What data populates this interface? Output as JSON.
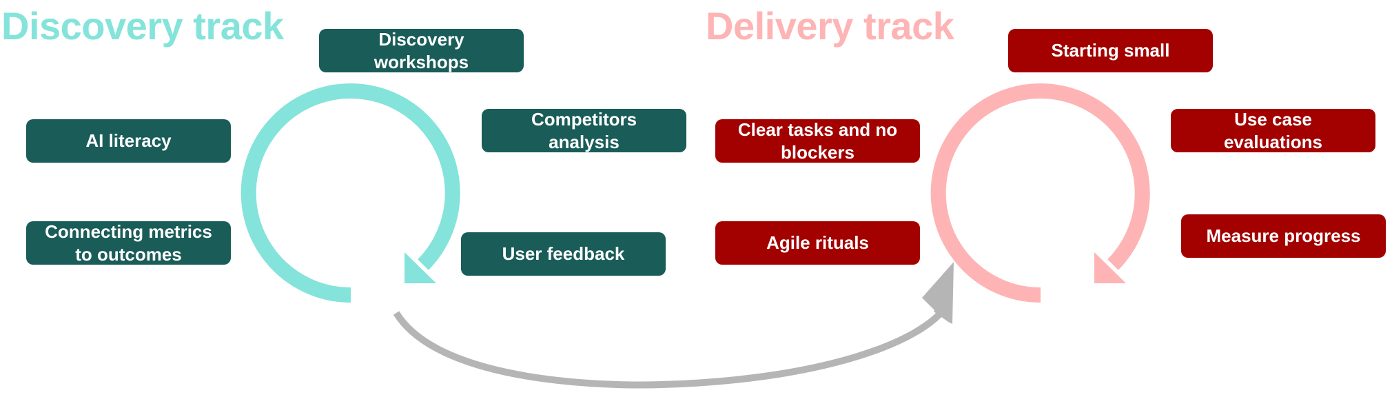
{
  "colors": {
    "discovery_title": "#84e3da",
    "discovery_box": "#195c58",
    "discovery_cycle": "#84e3da",
    "delivery_title": "#feb4b4",
    "delivery_box": "#a30000",
    "delivery_cycle": "#feb4b4",
    "connector": "#b5b5b5",
    "box_text": "#ffffff"
  },
  "discovery": {
    "title": "Discovery track",
    "items": [
      {
        "label_lines": [
          "Discovery",
          "workshops"
        ]
      },
      {
        "label_lines": [
          "AI literacy"
        ]
      },
      {
        "label_lines": [
          "Competitors",
          "analysis"
        ]
      },
      {
        "label_lines": [
          "Connecting metrics",
          "to outcomes"
        ]
      },
      {
        "label_lines": [
          "User feedback"
        ]
      }
    ]
  },
  "delivery": {
    "title": "Delivery track",
    "items": [
      {
        "label_lines": [
          "Starting small"
        ]
      },
      {
        "label_lines": [
          "Clear tasks and no",
          "blockers"
        ]
      },
      {
        "label_lines": [
          "Use case",
          "evaluations"
        ]
      },
      {
        "label_lines": [
          "Agile rituals"
        ]
      },
      {
        "label_lines": [
          "Measure progress"
        ]
      }
    ]
  },
  "connector": {
    "from": "Discovery track",
    "to": "Delivery track"
  }
}
